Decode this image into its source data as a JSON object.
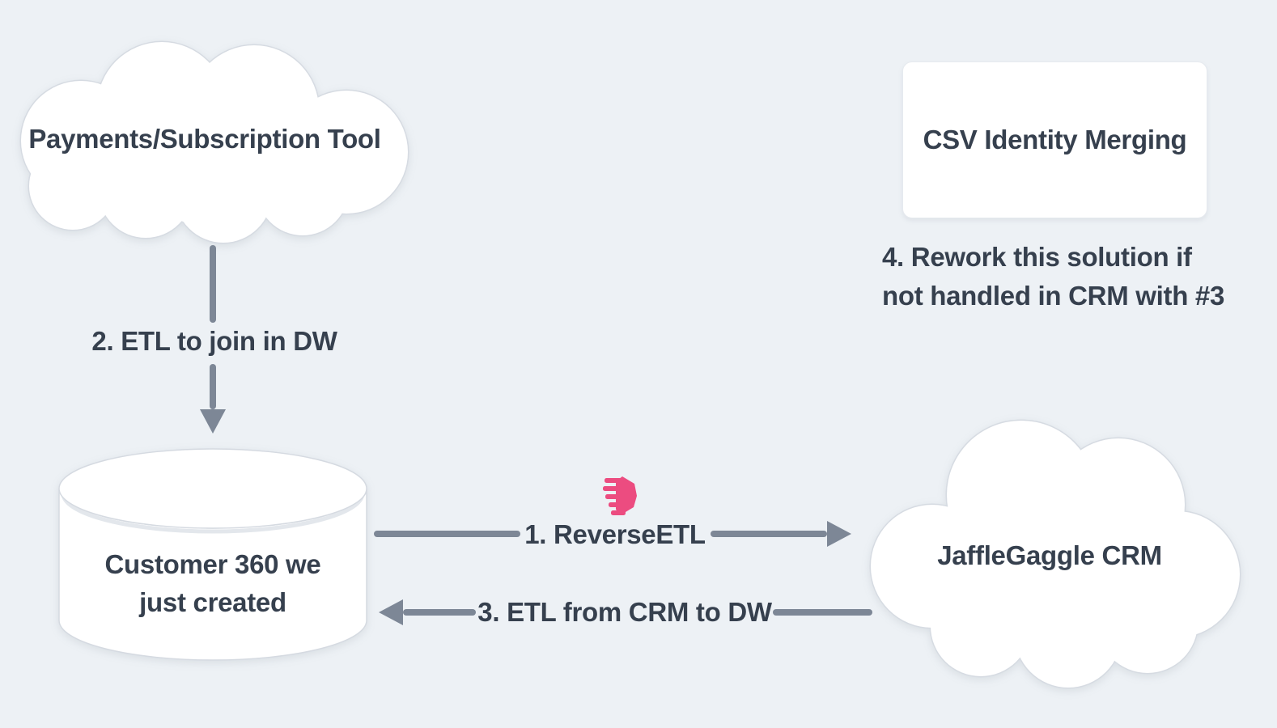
{
  "diagram": {
    "background": "#edf1f5",
    "text_color": "#36404e",
    "arrow_color": "#7d8796",
    "accent_pink": "#ec4c80",
    "nodes": {
      "payments_cloud": {
        "shape": "cloud",
        "label": "Payments/Subscription Tool"
      },
      "csv_box": {
        "shape": "rounded-rectangle",
        "label": "CSV Identity Merging"
      },
      "customer360_db": {
        "shape": "database-cylinder",
        "label_line1": "Customer 360 we",
        "label_line2": "just created"
      },
      "crm_cloud": {
        "shape": "cloud",
        "label": "JaffleGaggle CRM"
      }
    },
    "edges": {
      "step1": {
        "label": "1. ReverseETL",
        "from": "customer360_db",
        "to": "crm_cloud",
        "direction": "right",
        "icon": "hightouch-logo"
      },
      "step2": {
        "label": "2. ETL to join in DW",
        "from": "payments_cloud",
        "to": "customer360_db",
        "direction": "down"
      },
      "step3": {
        "label": "3. ETL from CRM to DW",
        "from": "crm_cloud",
        "to": "customer360_db",
        "direction": "left"
      }
    },
    "notes": {
      "step4": {
        "line1": "4. Rework this solution if",
        "line2": "not handled in CRM with #3"
      }
    }
  }
}
